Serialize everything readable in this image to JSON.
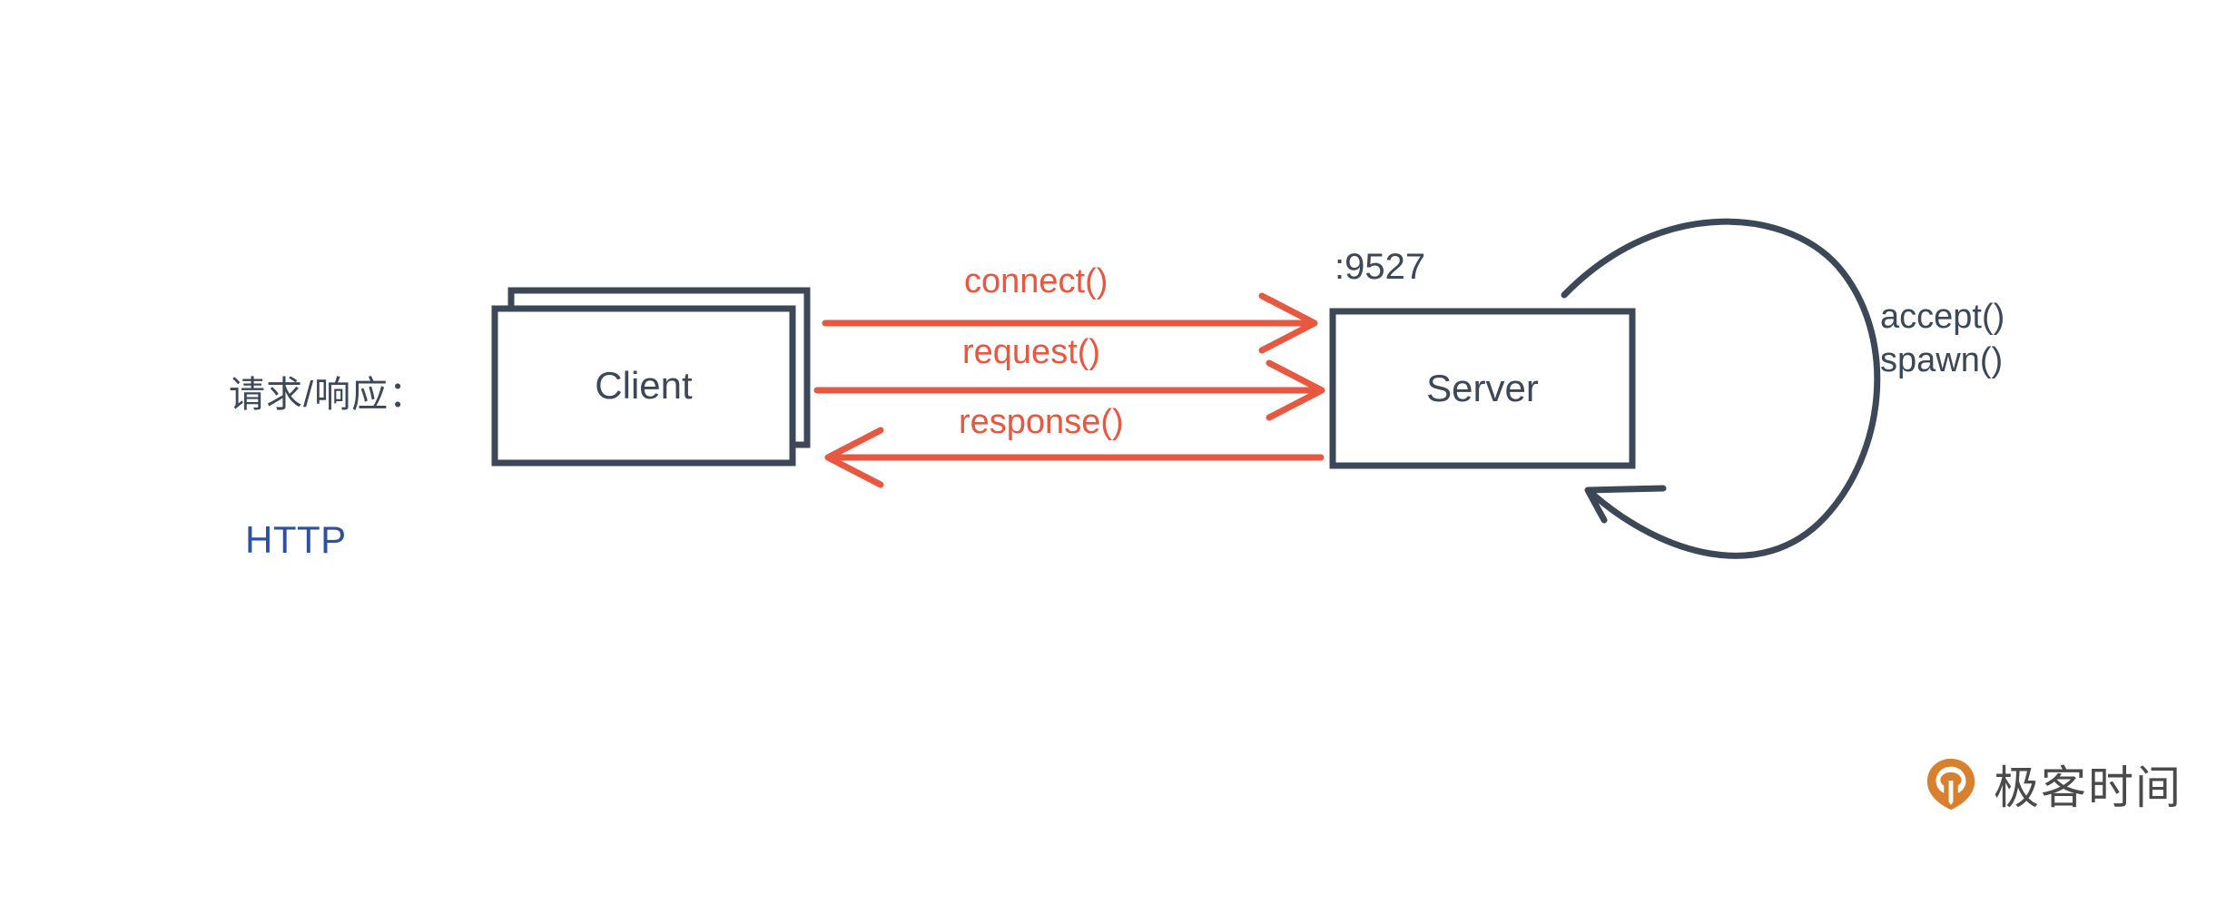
{
  "diagram": {
    "title": "Client / Server HTTP request-response diagram",
    "colors": {
      "stroke": "#3c4858",
      "arrow": "#e8573f",
      "http": "#2b51a0",
      "brand": "#d9802f",
      "background": "#ffffff"
    },
    "row_label": "请求/响应：",
    "protocol_label": "HTTP",
    "client": {
      "label": "Client"
    },
    "server": {
      "label": "Server",
      "port_label": ":9527"
    },
    "messages": [
      {
        "label": "connect()",
        "direction": "client-to-server"
      },
      {
        "label": "request()",
        "direction": "client-to-server"
      },
      {
        "label": "response()",
        "direction": "server-to-client"
      }
    ],
    "server_loop": {
      "lines": [
        "accept()",
        "spawn()"
      ],
      "line1": "accept()",
      "line2": "spawn()"
    }
  },
  "branding": {
    "wordmark": "极客时间",
    "mark_name": "geektime-logo-icon"
  }
}
